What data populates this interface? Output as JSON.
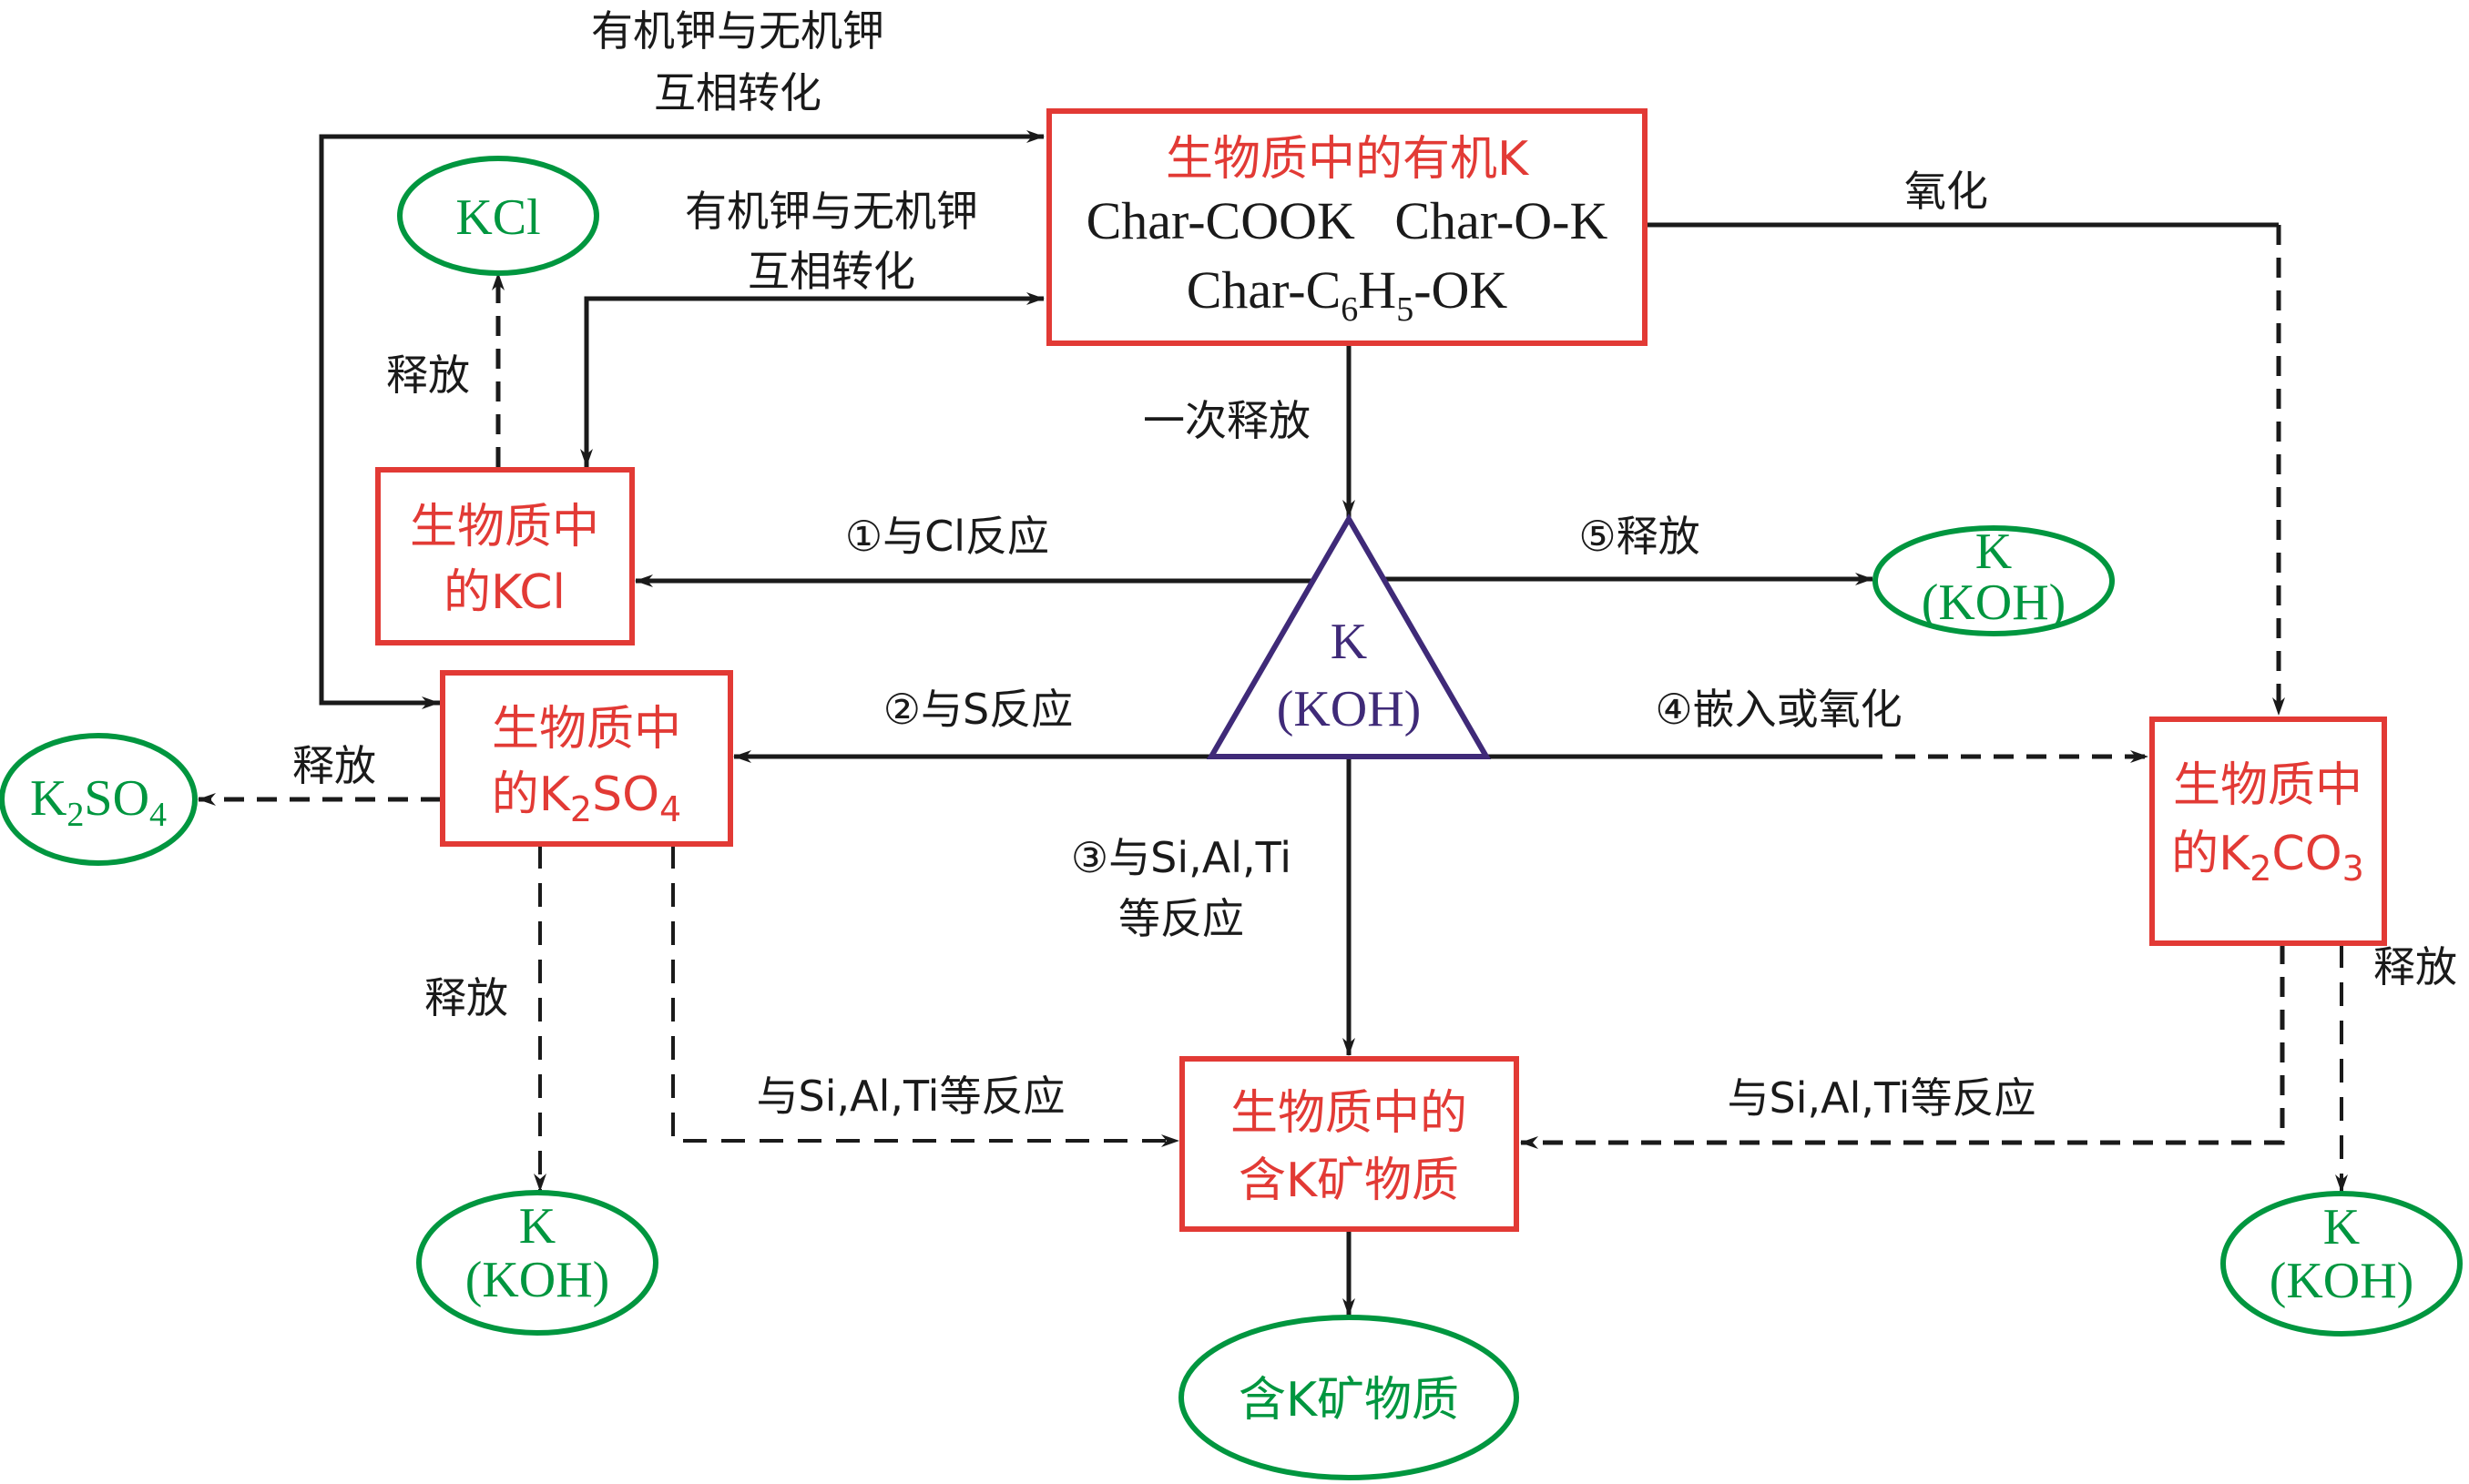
{
  "colors": {
    "box_border": "#e23a35",
    "box_text": "#e23a35",
    "product_ellipse": "#00963f",
    "center_triangle": "#3f2a78",
    "arrow": "#1a1a1a"
  },
  "nodes": {
    "organic_k": {
      "title": "生物质中的有机K",
      "line1": "Char-COOK   Char-O-K",
      "line2_prefix": "Char-C",
      "line2_sub1": "6",
      "line2_mid": "H",
      "line2_sub2": "5",
      "line2_suffix": "-OK"
    },
    "center": {
      "line1": "K",
      "line2": "(KOH)"
    },
    "kcl_box": {
      "line1": "生物质中",
      "line2": "的KCl"
    },
    "k2so4_box": {
      "line1": "生物质中",
      "line2_prefix": "的K",
      "sub1": "2",
      "mid": "SO",
      "sub2": "4"
    },
    "k2co3_box": {
      "line1": "生物质中",
      "line2_prefix": "的K",
      "sub1": "2",
      "mid": "CO",
      "sub2": "3"
    },
    "mineral_box": {
      "line1": "生物质中的",
      "line2": "含K矿物质"
    },
    "kcl_product": "KCl",
    "k2so4_product": {
      "prefix": "K",
      "sub1": "2",
      "mid": "SO",
      "sub2": "4"
    },
    "koh_right": {
      "line1": "K",
      "line2": "(KOH)"
    },
    "koh_bottom_left": {
      "line1": "K",
      "line2": "(KOH)"
    },
    "koh_bottom_right": {
      "line1": "K",
      "line2": "(KOH)"
    },
    "mineral_product": "含K矿物质"
  },
  "edges": {
    "outer_conversion": {
      "line1": "有机钾与无机钾",
      "line2": "互相转化"
    },
    "inner_conversion": {
      "line1": "有机钾与无机钾",
      "line2": "互相转化"
    },
    "oxidation": "氧化",
    "primary_release": "一次释放",
    "step1": "①与Cl反应",
    "step2": "②与S反应",
    "step3_line1": "③与Si,Al,Ti",
    "step3_line2": "等反应",
    "step4": "④嵌入或氧化",
    "step5": "⑤释放",
    "kcl_release": "释放",
    "k2so4_release_left": "释放",
    "k2so4_release_down": "释放",
    "k2co3_release": "释放",
    "left_react": "与Si,Al,Ti等反应",
    "right_react": "与Si,Al,Ti等反应"
  }
}
